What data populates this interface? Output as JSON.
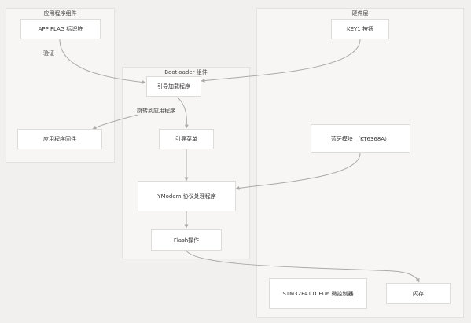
{
  "clusters": {
    "app": "应用程序组件",
    "hardware": "硬件层",
    "bootloader": "Bootloader 组件"
  },
  "nodes": {
    "app_flag": "APP FLAG 标识符",
    "app_component": "应用程序固件",
    "key1": "KEY1 按钮",
    "bluetooth": "蓝牙模块 （KT6368A）",
    "stm32": "STM32F411CEU6 微控制器",
    "flash_mem": "闪存",
    "boot_loader": "引导加载程序",
    "boot_menu": "引导菜单",
    "ymodem": "YModem 协议处理程序",
    "flash_op": "Flash操作"
  },
  "edge_labels": {
    "verify": "验证",
    "jump_to_app": "跳转到应用程序"
  }
}
